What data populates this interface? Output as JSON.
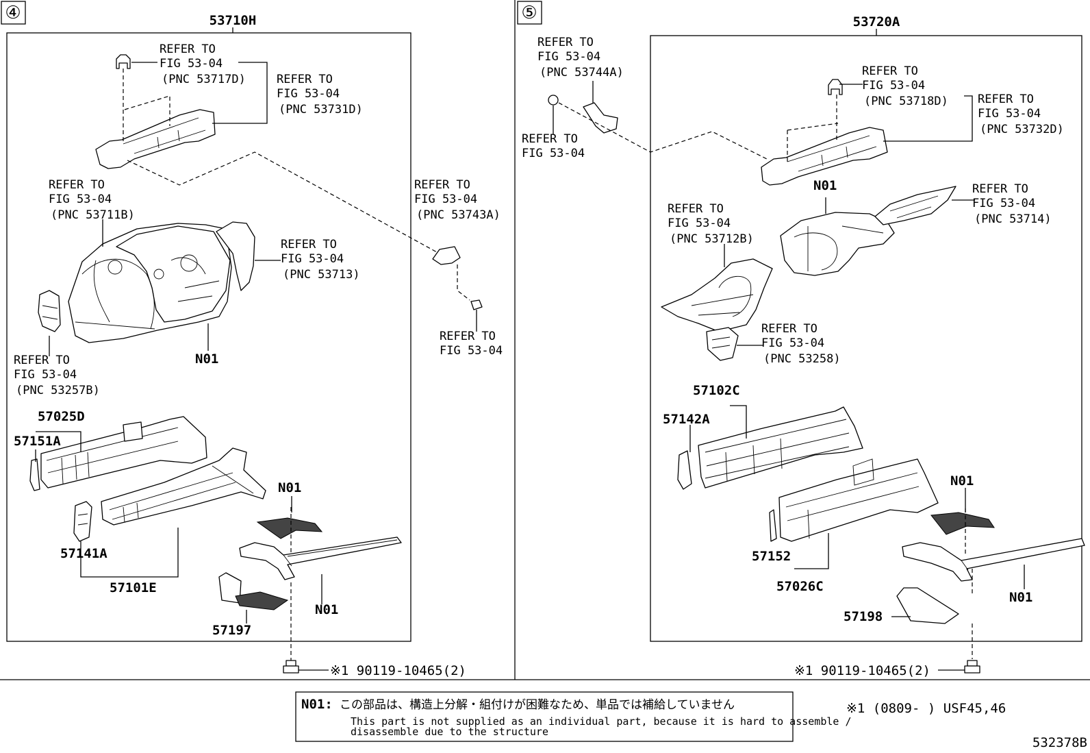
{
  "sections": {
    "left": {
      "number": "④",
      "assembly": "53710H"
    },
    "right": {
      "number": "⑤",
      "assembly": "53720A"
    }
  },
  "refers_left": [
    [
      "REFER TO",
      "FIG 53-04",
      "(PNC 53717D)"
    ],
    [
      "REFER TO",
      "FIG 53-04",
      "(PNC 53731D)"
    ],
    [
      "REFER TO",
      "FIG 53-04",
      "(PNC 53711B)"
    ],
    [
      "REFER TO",
      "FIG 53-04",
      "(PNC 53713)"
    ],
    [
      "REFER TO",
      "FIG 53-04",
      "(PNC 53257B)"
    ],
    [
      "REFER TO",
      "FIG 53-04",
      "(PNC 53743A)"
    ],
    [
      "REFER TO",
      "FIG 53-04"
    ]
  ],
  "refers_right": [
    [
      "REFER TO",
      "FIG 53-04",
      "(PNC 53744A)"
    ],
    [
      "REFER TO",
      "FIG 53-04"
    ],
    [
      "REFER TO",
      "FIG 53-04",
      "(PNC 53718D)"
    ],
    [
      "REFER TO",
      "FIG 53-04",
      "(PNC 53732D)"
    ],
    [
      "REFER TO",
      "FIG 53-04",
      "(PNC 53712B)"
    ],
    [
      "REFER TO",
      "FIG 53-04",
      "(PNC 53714)"
    ],
    [
      "REFER TO",
      "FIG 53-04",
      "(PNC 53258)"
    ]
  ],
  "parts_left": {
    "n01_a": "N01",
    "p57025d": "57025D",
    "p57151a": "57151A",
    "p57141a": "57141A",
    "p57101e": "57101E",
    "n01_b": "N01",
    "n01_c": "N01",
    "p57197": "57197"
  },
  "parts_right": {
    "n01_a": "N01",
    "p57102c": "57102C",
    "p57142a": "57142A",
    "p57152": "57152",
    "p57026c": "57026C",
    "n01_b": "N01",
    "n01_c": "N01",
    "p57198": "57198"
  },
  "bolts": {
    "left": "※1 90119-10465(2)",
    "right": "※1 90119-10465(2)"
  },
  "note": {
    "code": "N01:",
    "ja": "この部品は、構造上分解・組付けが困難なため、単品では補給していません",
    "en1": "This part is not supplied as an individual part, because it is hard to assemble /",
    "en2": "disassemble due to the structure"
  },
  "applicability": "※1 (0809-     ) USF45,46",
  "figure_id": "532378B"
}
